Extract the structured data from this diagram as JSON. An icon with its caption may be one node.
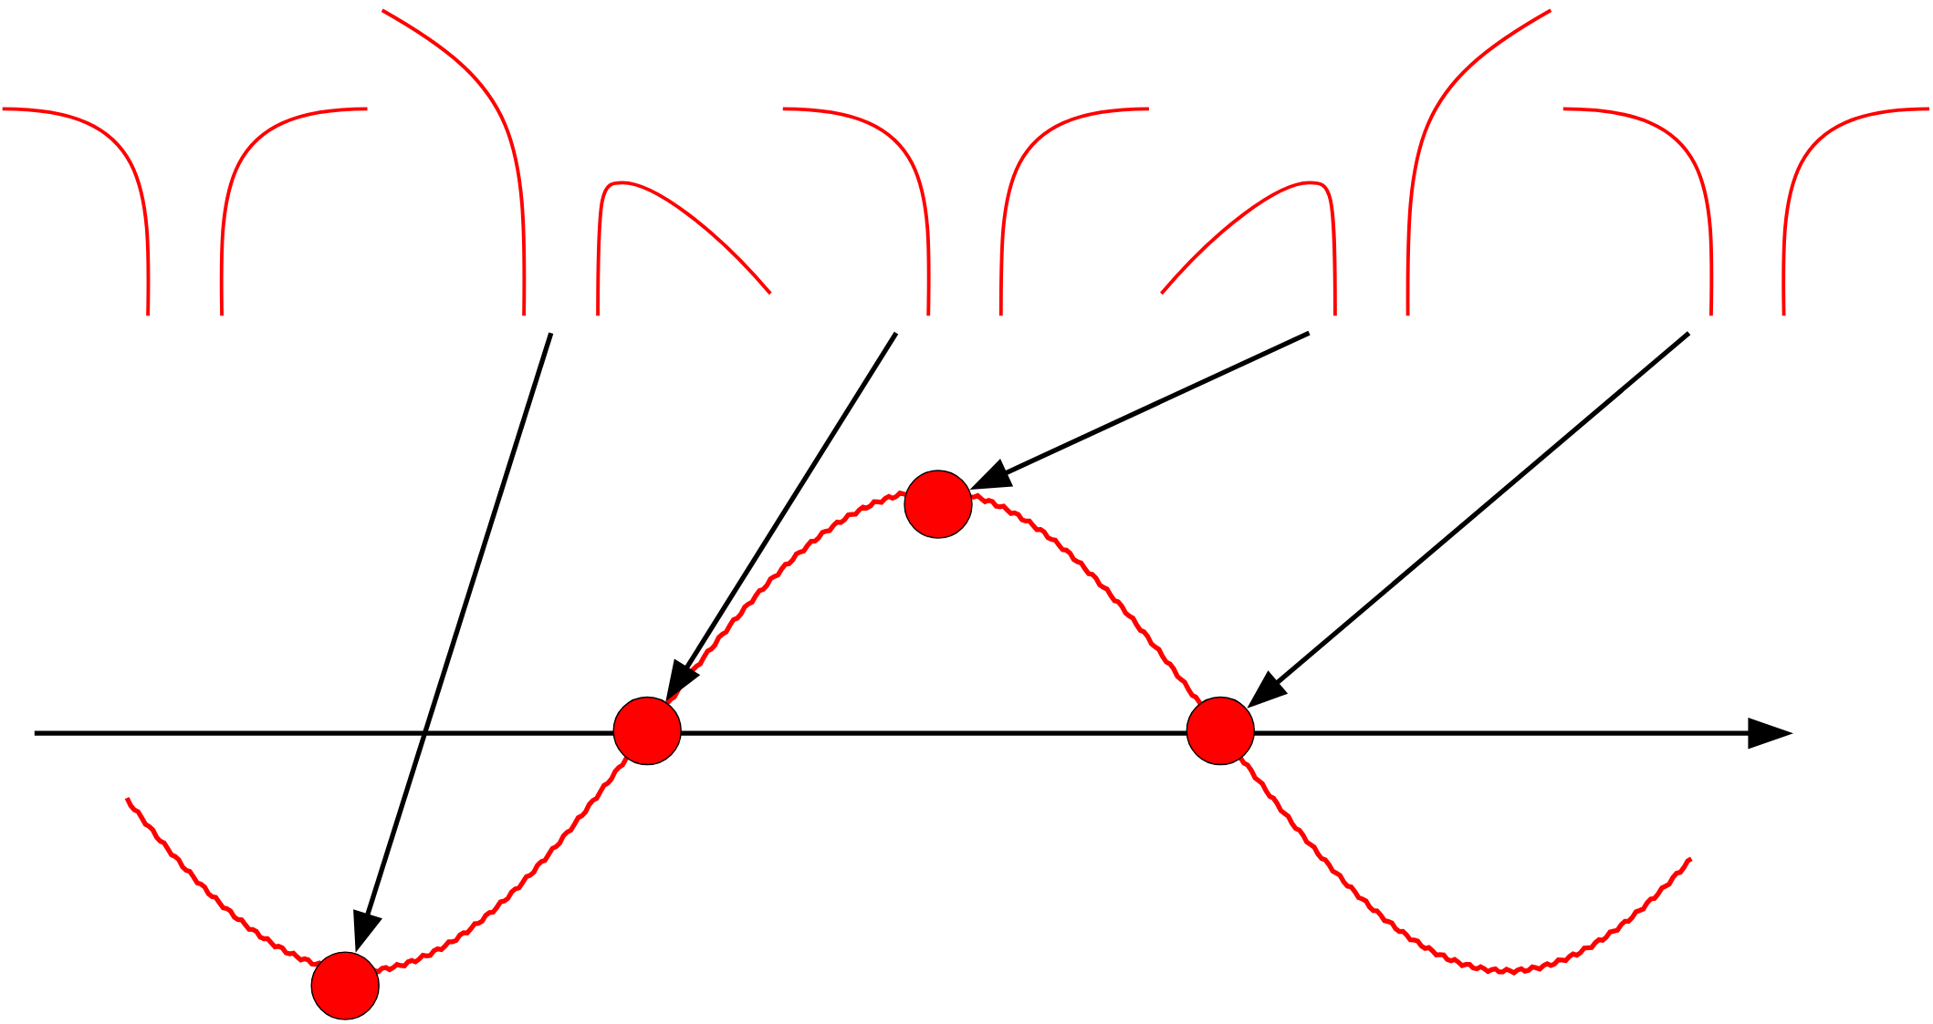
{
  "diagram": {
    "nodes": [
      {
        "text": [],
        "shape": "circle"
      },
      {
        "text": [],
        "shape": "circle"
      },
      {
        "text": [],
        "shape": "circle"
      },
      {
        "text": [],
        "shape": "circle"
      }
    ],
    "edges": [
      {
        "from": null,
        "to": 0,
        "arrow": "to"
      },
      {
        "from": null,
        "to": 1,
        "arrow": "to"
      },
      {
        "from": null,
        "to": 2,
        "arrow": "to"
      },
      {
        "from": null,
        "to": 3,
        "arrow": "to"
      }
    ]
  }
}
